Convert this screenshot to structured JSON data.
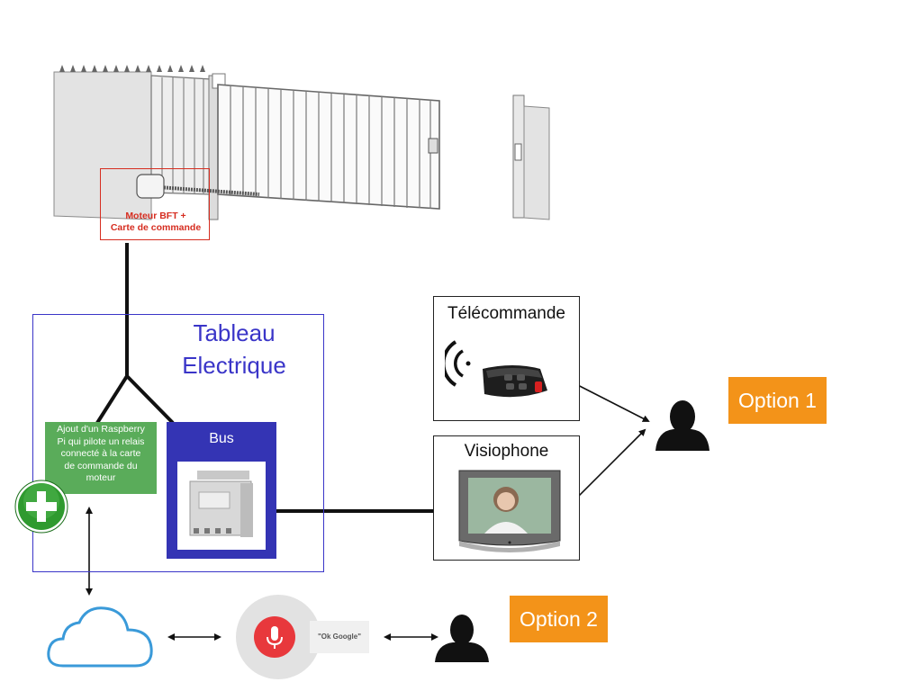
{
  "gate": {
    "motor_label_line1": "Moteur BFT +",
    "motor_label_line2": "Carte de commande"
  },
  "tableau": {
    "title_line1": "Tableau",
    "title_line2": "Electrique"
  },
  "raspberry": {
    "line1": "Ajout d'un Raspberry",
    "line2": "Pi qui pilote un relais",
    "line3": "connecté à la carte",
    "line4": "de commande du",
    "line5": "moteur"
  },
  "bus": {
    "title": "Bus"
  },
  "telecommande": {
    "title": "Télécommande"
  },
  "visiophone": {
    "title": "Visiophone"
  },
  "voice": {
    "bubble_text": "\"Ok Google\""
  },
  "options": {
    "option1": "Option 1",
    "option2": "Option 2"
  },
  "colors": {
    "motor_highlight": "#d62d20",
    "tableau": "#3a35c8",
    "raspberry": "#5aac5a",
    "bus": "#3434b4",
    "option": "#f39319",
    "cloud": "#3a9ad9",
    "mic": "#e8383c"
  },
  "icons": [
    "plus-badge-icon",
    "cloud-icon",
    "microphone-icon",
    "person-icon",
    "wireless-signal-icon"
  ]
}
